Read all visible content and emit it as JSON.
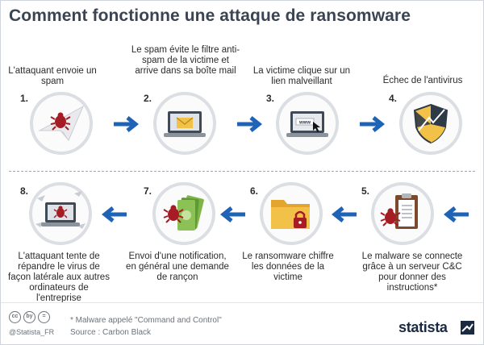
{
  "title": "Comment fonctionne une attaque de ransomware",
  "steps_top": [
    {
      "num": "1.",
      "text": "L'attaquant envoie un spam",
      "icon": "spam-paper-plane-icon"
    },
    {
      "num": "2.",
      "text": "Le spam évite le filtre anti-spam de la victime et arrive dans sa boîte mail",
      "icon": "laptop-email-icon"
    },
    {
      "num": "3.",
      "text": "La victime clique sur un lien malveillant",
      "icon": "laptop-www-link-icon"
    },
    {
      "num": "4.",
      "text": "Échec de l'antivirus",
      "icon": "antivirus-shield-icon"
    }
  ],
  "steps_bottom": [
    {
      "num": "8.",
      "text": "L'attaquant tente de répandre le virus de façon latérale aux autres ordinateurs de l'entreprise",
      "icon": "infected-network-icon"
    },
    {
      "num": "7.",
      "text": "Envoi d'une notification, en général une demande de rançon",
      "icon": "ransom-money-icon"
    },
    {
      "num": "6.",
      "text": "Le ransomware chiffre les données de la victime",
      "icon": "locked-folder-icon"
    },
    {
      "num": "5.",
      "text": "Le malware se connecte grâce à un serveur C&C pour donner des instructions*",
      "icon": "malware-clipboard-icon"
    }
  ],
  "footnote": "* Malware appelé \"Command and Control\"",
  "source": "Source : Carbon Black",
  "handle": "@Statista_FR",
  "license_icons": [
    "cc",
    "by",
    "="
  ],
  "brand": "statista",
  "colors": {
    "arrow": "#1e63b5",
    "bug": "#a51c24",
    "title": "#3a4453"
  }
}
